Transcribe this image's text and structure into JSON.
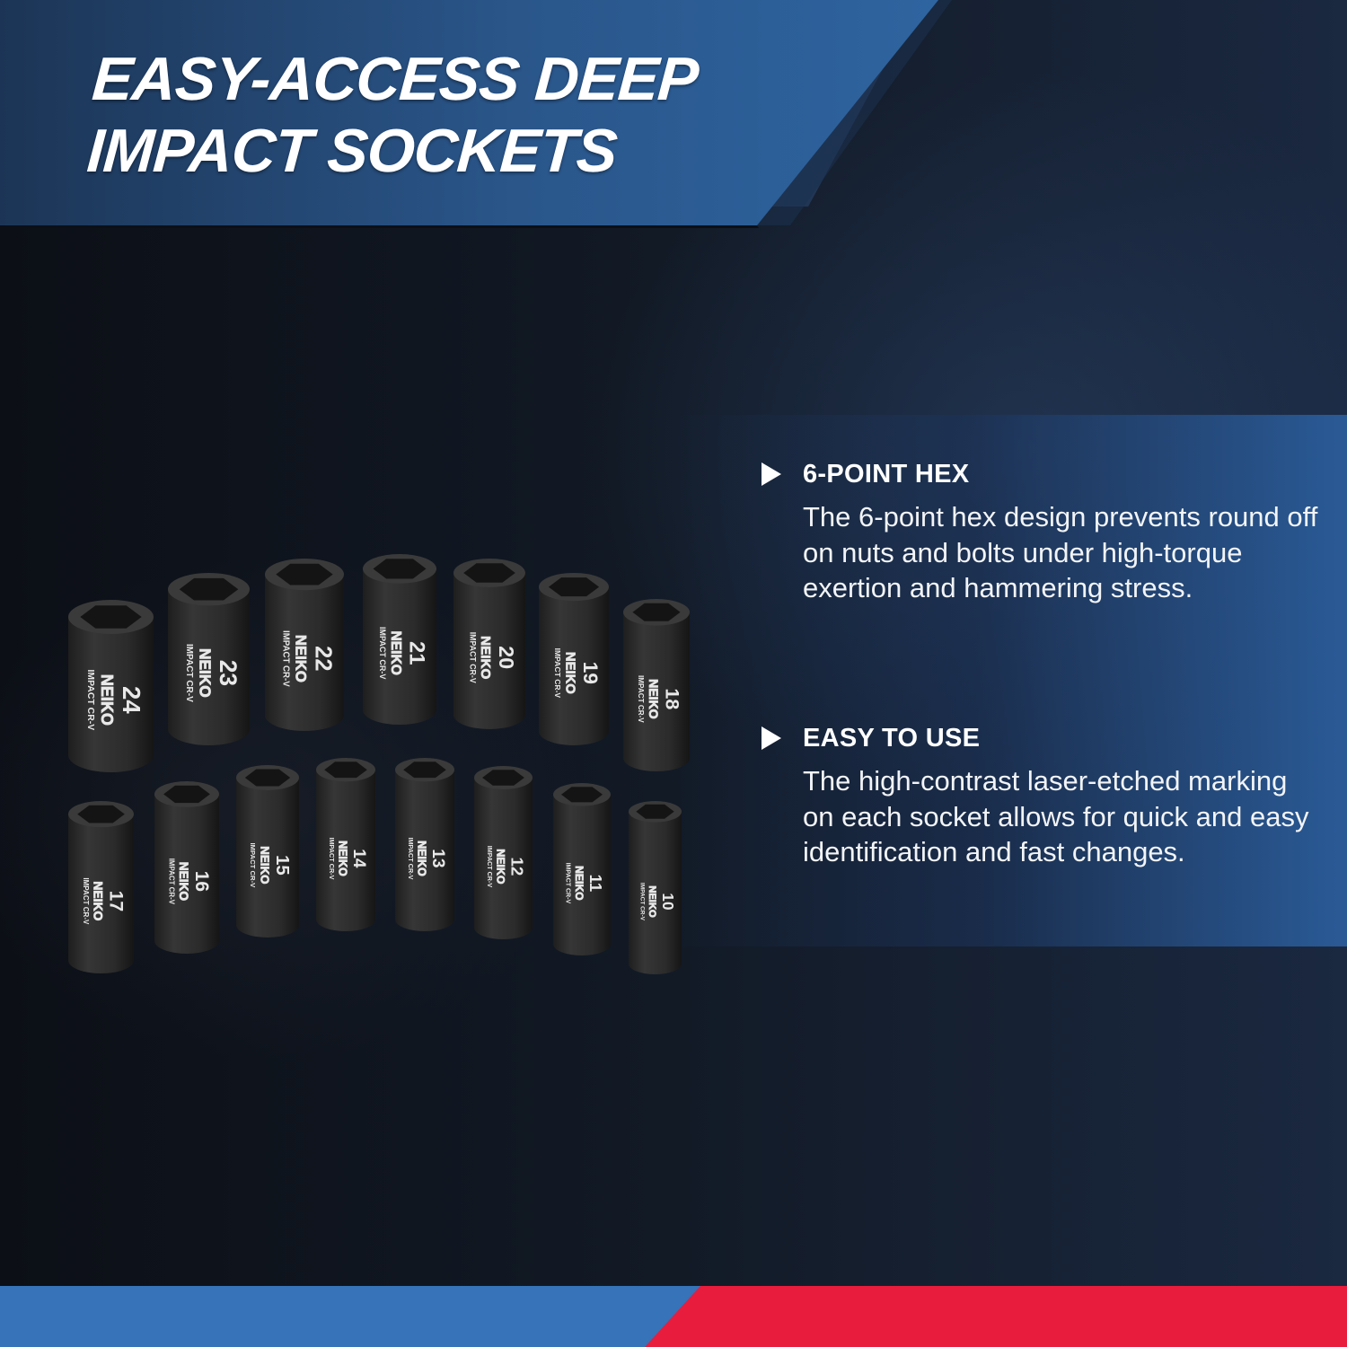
{
  "header": {
    "title_line1": "EASY-ACCESS DEEP",
    "title_line2": "IMPACT SOCKETS"
  },
  "features": [
    {
      "icon": "triangle-bullet-icon",
      "heading": "6-POINT HEX",
      "body": "The 6-point hex design prevents round off on nuts and bolts under high-torque exertion and hammering stress."
    },
    {
      "icon": "triangle-bullet-icon",
      "heading": "EASY TO USE",
      "body": "The high-contrast laser-etched marking on each socket allows for quick and easy identification and fast changes."
    }
  ],
  "sockets": {
    "brand": "NEIKO",
    "marking": "IMPACT CR-V",
    "top_row_sizes": [
      "24",
      "23",
      "22",
      "21",
      "20",
      "19",
      "18"
    ],
    "bottom_row_sizes": [
      "17",
      "16",
      "15",
      "14",
      "13",
      "12",
      "11",
      "10"
    ]
  },
  "colors": {
    "banner_blue": "#2c5d95",
    "background_dark": "#0f131b",
    "footer_blue": "#3673b8",
    "footer_red": "#e81c3c"
  }
}
